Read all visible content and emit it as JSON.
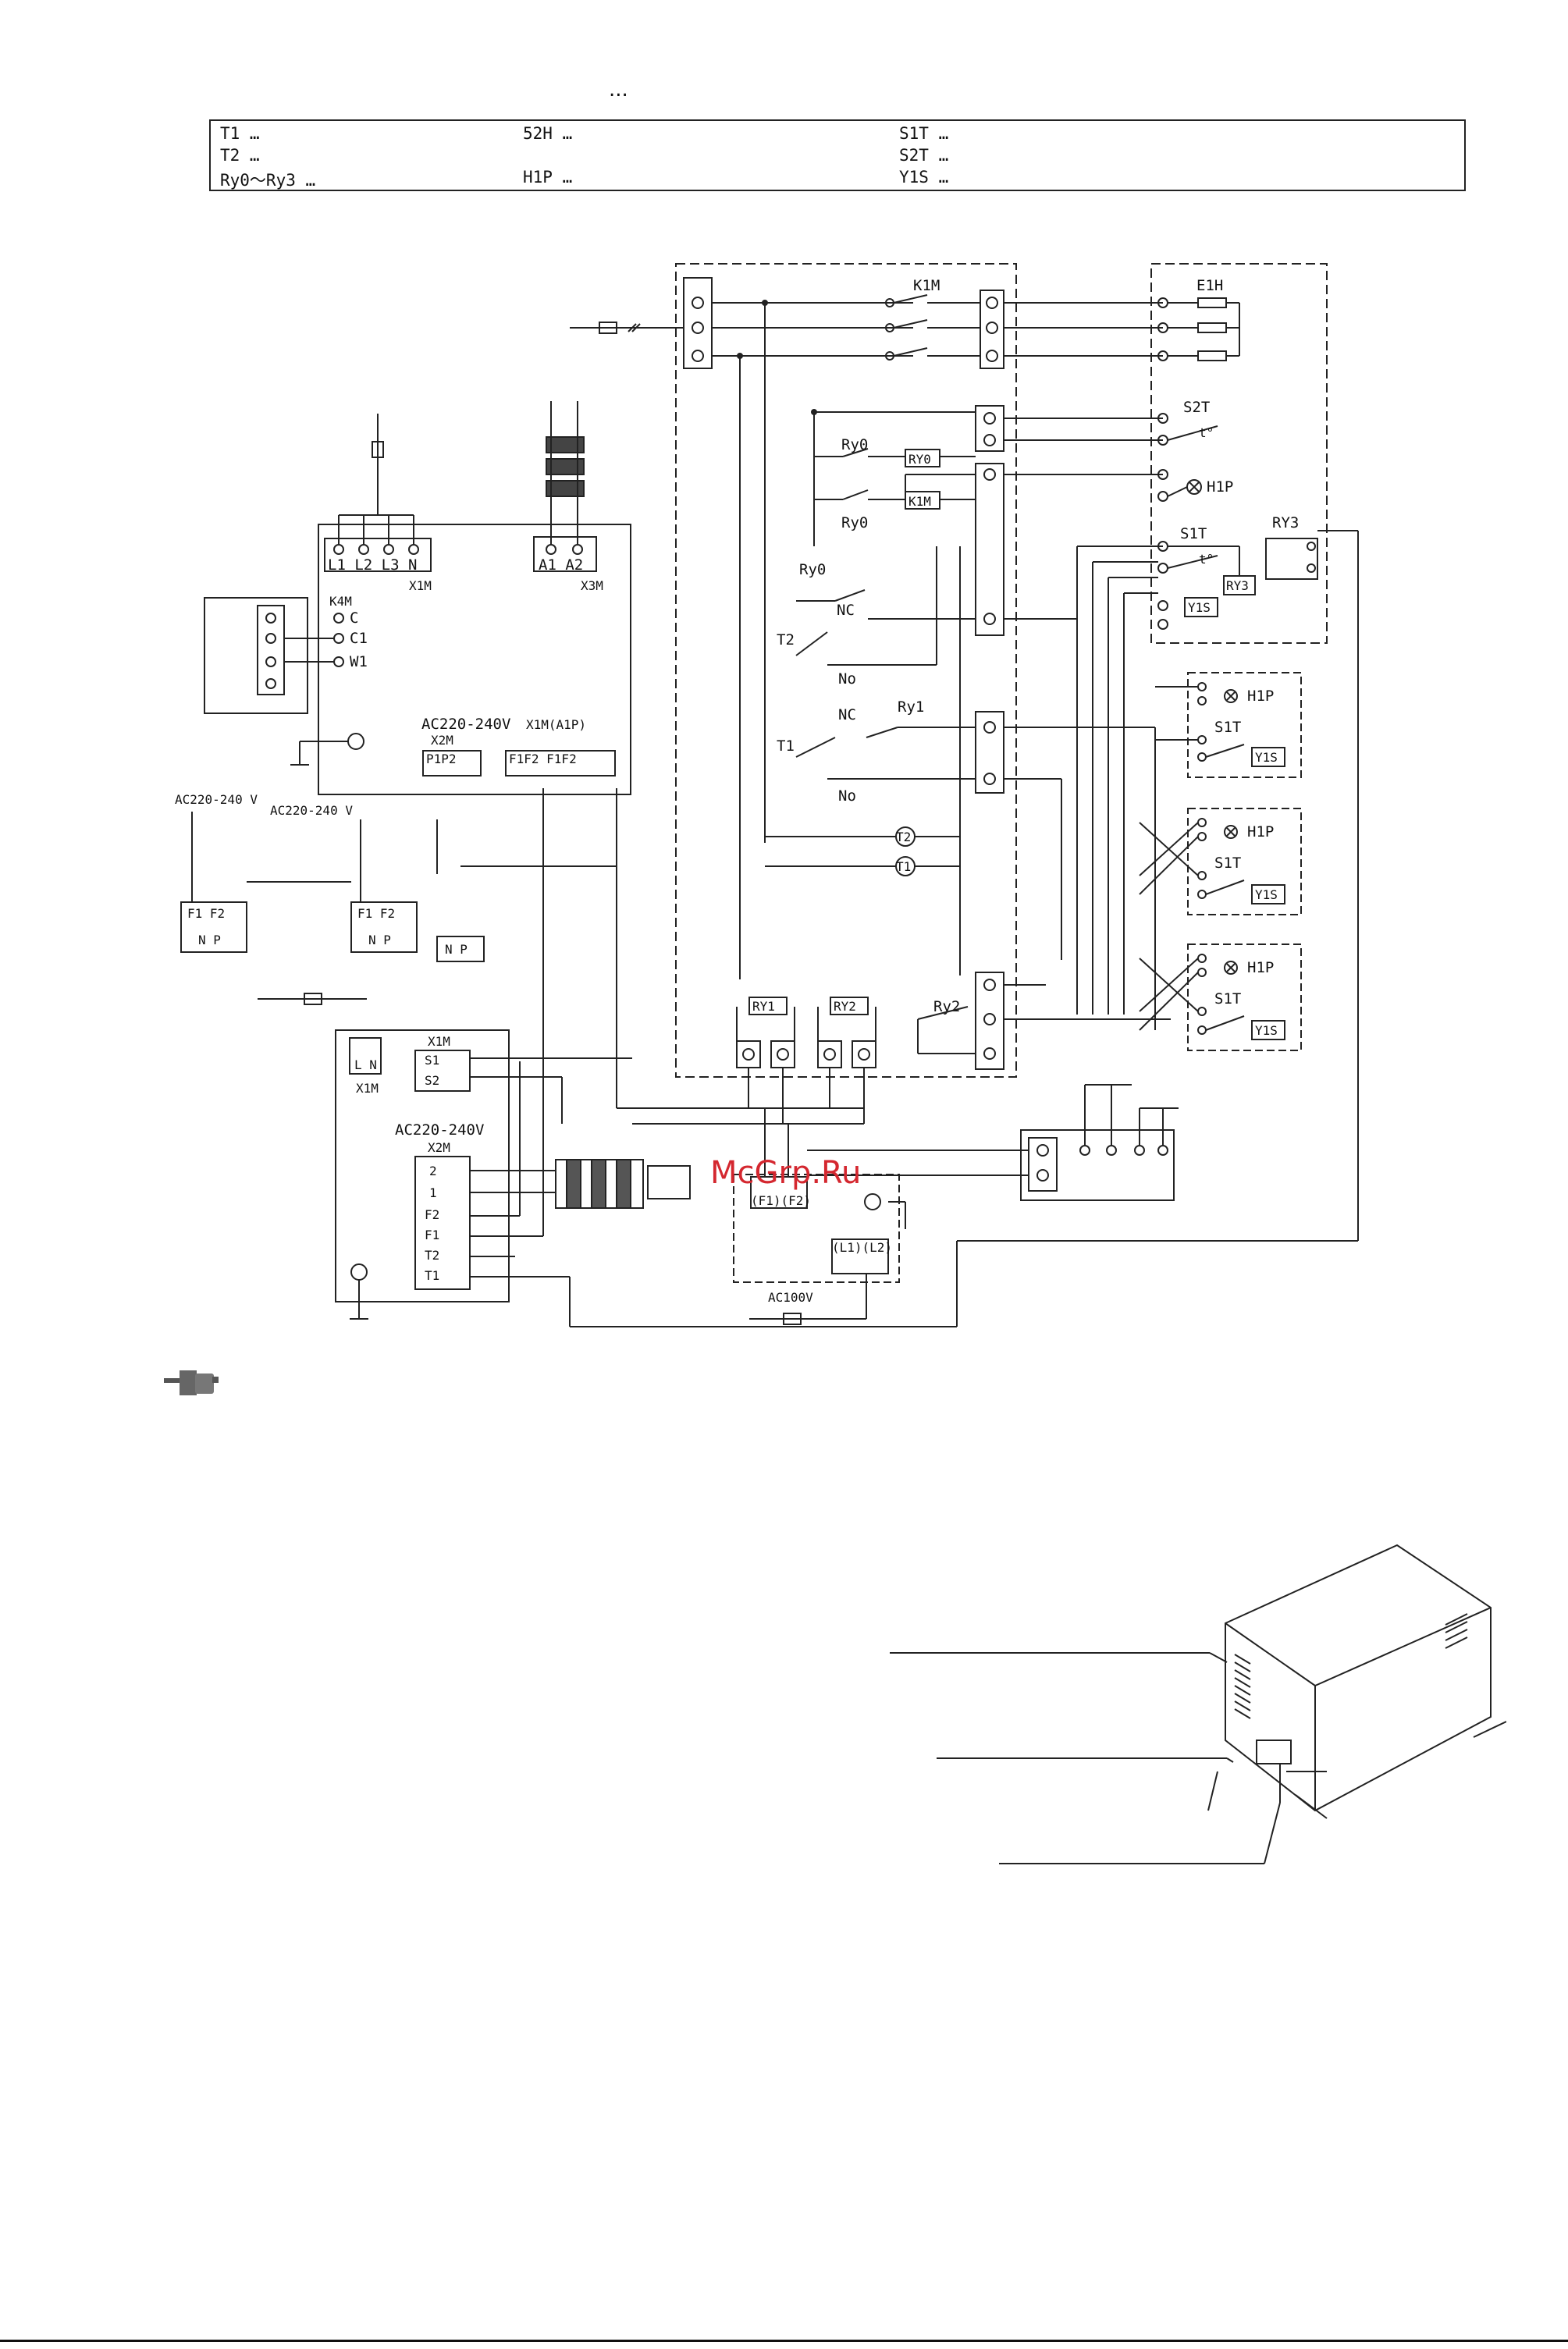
{
  "header": {
    "dots": "..."
  },
  "legend": {
    "rows": [
      [
        "T1 …",
        "52H …",
        "S1T …"
      ],
      [
        "T2 …",
        "",
        "S2T …"
      ],
      [
        "Ry0～Ry3 …",
        "H1P …",
        "Y1S …"
      ]
    ]
  },
  "labels": {
    "k1m": "K1M",
    "e1h": "E1H",
    "s2t": "S2T",
    "s1t": "S1T",
    "h1p": "H1P",
    "ry0": "Ry0",
    "ry0_box": "RY0",
    "k1m_box": "K1M",
    "ry1": "Ry1",
    "ry2": "Ry2",
    "ry3": "RY3",
    "ry1_box": "RY1",
    "ry2_box": "RY2",
    "y1s": "Y1S",
    "nc": "NC",
    "no": "No",
    "t1": "T1",
    "t2": "T2",
    "x1m": "X1M",
    "x1m_a1p": "X1M(A1P)",
    "x2m": "X2M",
    "x3m": "X3M",
    "k4m": "K4M",
    "ac220": "AC220-240V",
    "ac220v": "AC220-240 V",
    "ac100": "AC100V",
    "term_l": "L1 L2 L3  N",
    "term_a": "A1 A2",
    "term_c": "C",
    "term_c1": "C1",
    "term_w1": "W1",
    "term_p": "P1P2",
    "term_f": "F1F2 F1F2",
    "term_np": "N P",
    "term_f1f2": "F1 F2",
    "term_ln": "L N",
    "term_s1": "S1",
    "term_s2": "S2",
    "term_2": "2",
    "term_1": "1",
    "term_f2": "F2",
    "term_f1": "F1",
    "term_t2": "T2",
    "term_t1": "T1",
    "term_ff": "(F1)(F2)",
    "term_ll": "(L1)(L2)",
    "temp": "t°"
  },
  "watermark": "McGrp.Ru",
  "icons": [
    "hand-pointer-icon",
    "ground-icon",
    "lamp-icon"
  ]
}
